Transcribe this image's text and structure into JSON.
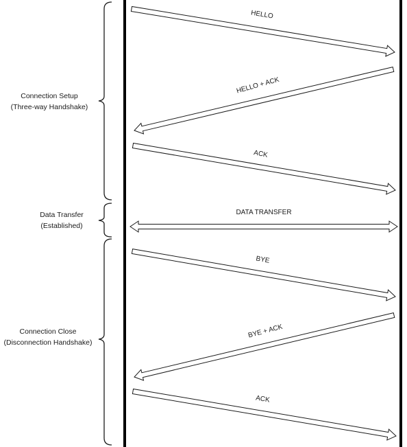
{
  "phases": [
    {
      "id": "setup",
      "line1": "Connection Setup",
      "line2": "(Three-way Handshake)"
    },
    {
      "id": "transfer",
      "line1": "Data Transfer",
      "line2": "(Established)"
    },
    {
      "id": "close",
      "line1": "Connection Close",
      "line2": "(Disconnection Handshake)"
    }
  ],
  "messages": [
    {
      "id": "hello",
      "label": "HELLO",
      "direction": "right"
    },
    {
      "id": "hello-ack",
      "label": "HELLO + ACK",
      "direction": "left"
    },
    {
      "id": "ack-1",
      "label": "ACK",
      "direction": "right"
    },
    {
      "id": "data-transfer",
      "label": "DATA TRANSFER",
      "direction": "both"
    },
    {
      "id": "bye",
      "label": "BYE",
      "direction": "right"
    },
    {
      "id": "bye-ack",
      "label": "BYE + ACK",
      "direction": "left"
    },
    {
      "id": "ack-2",
      "label": "ACK",
      "direction": "right"
    }
  ]
}
